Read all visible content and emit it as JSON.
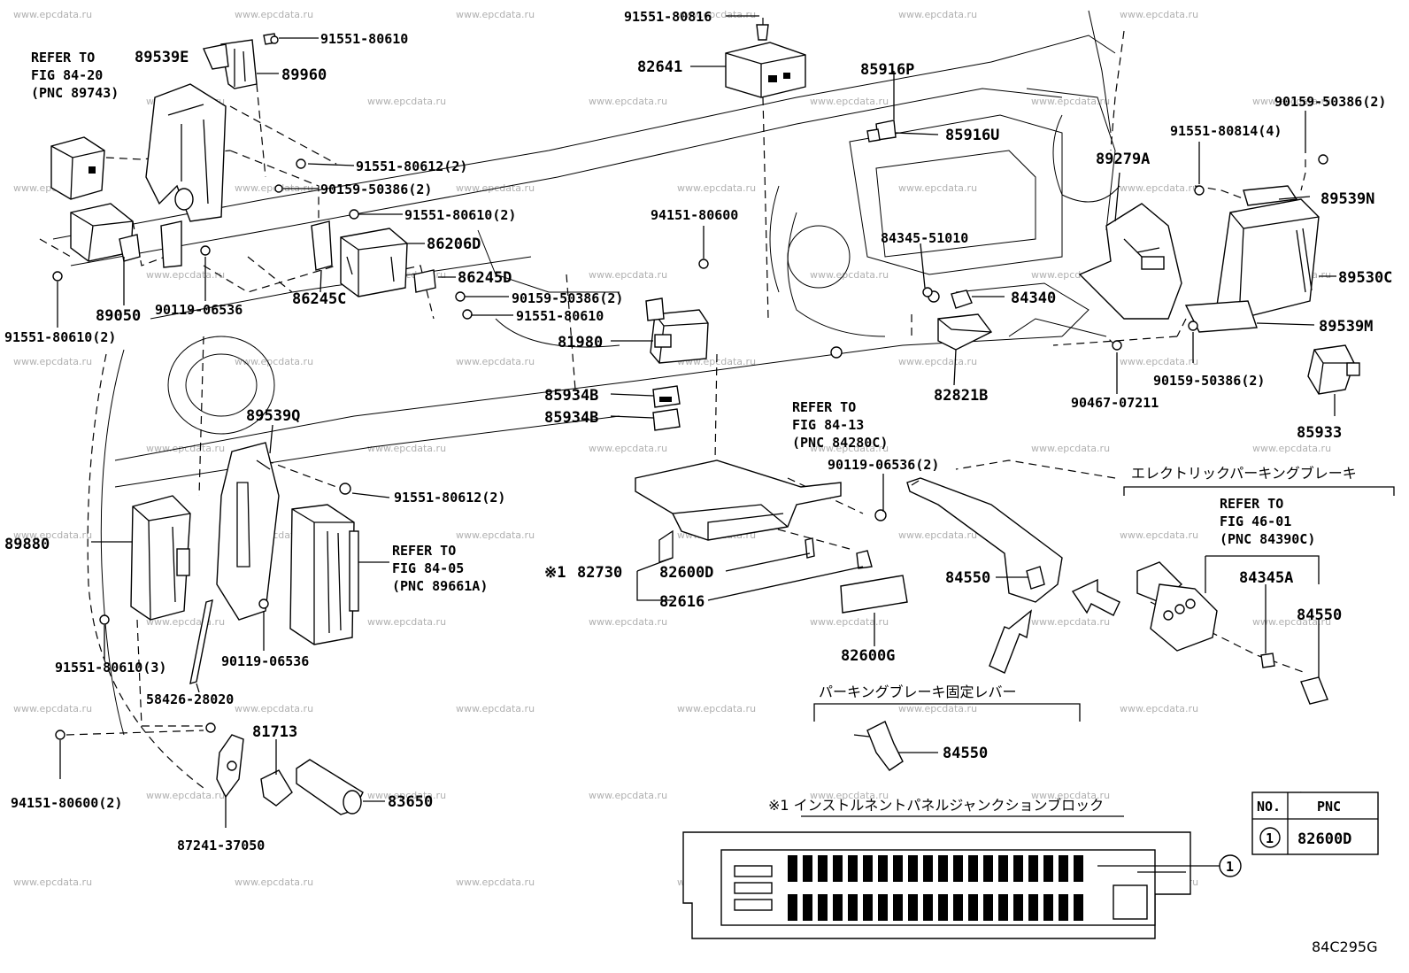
{
  "watermark": "www.epcdata.ru",
  "diagram_code": "84C295G",
  "labels": {
    "p_91551_80816": "91551-80816",
    "p_82641": "82641",
    "p_91551_80610_a": "91551-80610",
    "p_89539e": "89539E",
    "p_89960": "89960",
    "p_91551_80612_a": "91551-80612(2)",
    "p_90159_50386_a": "90159-50386(2)",
    "p_91551_80610_b": "91551-80610(2)",
    "p_86206d": "86206D",
    "p_86245d": "86245D",
    "p_86245c": "86245C",
    "p_90159_50386_b": "90159-50386(2)",
    "p_91551_80610_c": "91551-80610",
    "p_89050": "89050",
    "p_90119_06536_a": "90119-06536",
    "p_91551_80610_d": "91551-80610(2)",
    "p_85916p": "85916P",
    "p_85916u": "85916U",
    "p_94151_80600_a": "94151-80600",
    "p_81980": "81980",
    "p_85934b_a": "85934B",
    "p_85934b_b": "85934B",
    "p_84345_51010": "84345-51010",
    "p_84340": "84340",
    "p_82821b": "82821B",
    "p_90159_50386_c": "90159-50386(2)",
    "p_91551_80814": "91551-80814(4)",
    "p_89279a": "89279A",
    "p_89539n": "89539N",
    "p_89530c": "89530C",
    "p_89539m": "89539M",
    "p_90467_07211": "90467-07211",
    "p_90159_50386_d": "90159-50386(2)",
    "p_85933": "85933",
    "p_89539q": "89539Q",
    "p_91551_80612_b": "91551-80612(2)",
    "p_89880": "89880",
    "p_90119_06536_b": "90119-06536(2)",
    "p_82730": "82730",
    "p_82600d": "82600D",
    "p_82616": "82616",
    "p_82600g": "82600G",
    "p_84550_a": "84550",
    "p_84550_b": "84550",
    "p_84550_c": "84550",
    "p_84345a": "84345A",
    "p_91551_80610_e": "91551-80610(3)",
    "p_90119_06536_c": "90119-06536",
    "p_58426_28020": "58426-28020",
    "p_81713": "81713",
    "p_83650": "83650",
    "p_94151_80600_b": "94151-80600(2)",
    "p_87241_37050": "87241-37050",
    "mark_1": "※1",
    "circle_1": "1"
  },
  "refs": {
    "fig8420": [
      "REFER TO",
      "FIG 84-20",
      "(PNC 89743)"
    ],
    "fig8413": [
      "REFER TO",
      "FIG 84-13",
      "(PNC 84280C)"
    ],
    "fig8405": [
      "REFER TO",
      "FIG 84-05",
      "(PNC 89661A)"
    ],
    "fig4601": [
      "REFER TO",
      "FIG 46-01",
      "(PNC 84390C)"
    ]
  },
  "japanese": {
    "electric_parking_brake": "エレクトリックパーキングブレーキ",
    "parking_brake_lever": "パーキングブレーキ固定レバー",
    "junction_block_title": "※1 インストルネントパネルジャンクションブロック"
  },
  "legend_table": {
    "headers": [
      "NO.",
      "PNC"
    ],
    "rows": [
      {
        "no": "1",
        "pnc": "82600D"
      }
    ]
  }
}
